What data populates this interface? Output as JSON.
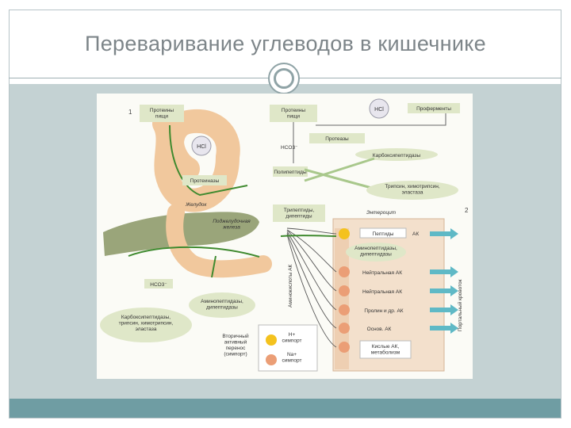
{
  "slide": {
    "title": "Переваривание углеводов в кишечнике"
  },
  "figure": {
    "panel1_number": "1",
    "panel2_number": "2",
    "left": {
      "proteins_food": "Протеины\nпищи",
      "hcl_stomach": "HCl",
      "proteases": "Протеиназы",
      "stomach": "Желудок",
      "pancreas": "Поджелудочная\nжелеза",
      "hco3": "HCO3⁻",
      "aminopeptidases": "Аминопептидазы,\nдипептидазы",
      "carboxypeptidases": "Карбоксипептидазы,\nтрипсин, химотрипсин,\nэластаза",
      "secondary_transport": "Вторичный\nактивный\nперенос\n(симпорт)",
      "h_symport": "H+\nсимпорт",
      "na_symport": "Na+\nсимпорт"
    },
    "right": {
      "proteins_food": "Протеины\nпищи",
      "hcl": "HCl",
      "proenzymes": "Проферменты",
      "proteases": "Протеазы",
      "hco3": "HCO3⁻",
      "carboxypeptidases": "Карбоксипептидазы",
      "polypeptides": "Полипептиды",
      "trypsin_chymo": "Трипсин, химотрипсин,\nэластаза",
      "tripeptides": "Трипептиды,\nдипептиды",
      "enterocyte": "Энтероцит",
      "lumen_label": "Аминокислоты АК",
      "blood_label": "Портальный кровоток",
      "peptides": "Пептиды",
      "aa_out": "АК",
      "aminopeptidases": "Аминопептидазы,\nдипептидазы",
      "neutral_1": "Нейтральная АК",
      "neutral_2": "Нейтральная АК",
      "proline": "Пролин и др. АК",
      "basic": "Основ. АК",
      "acidic": "Кислые АК,\nметаболизм"
    }
  }
}
